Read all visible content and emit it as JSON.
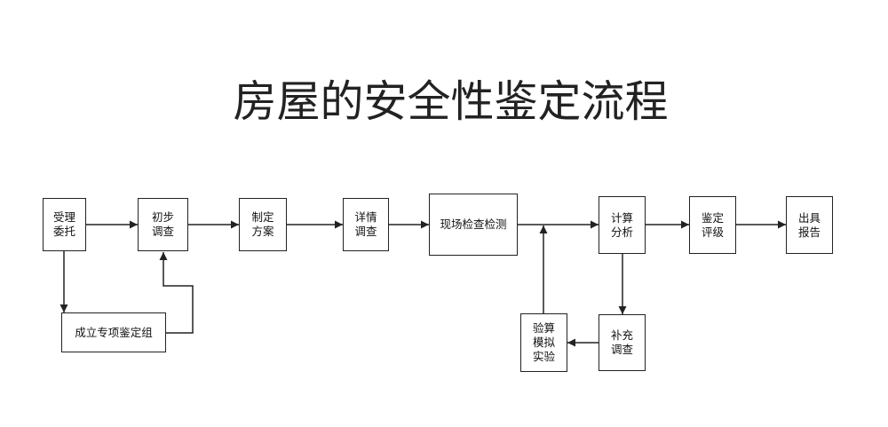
{
  "title": "房屋的安全性鉴定流程",
  "nodes": {
    "shouli": "受理委托",
    "chubu": "初步调查",
    "zhiding": "制定方案",
    "xiangqing": "详情调查",
    "xianchang": "现场检查检测",
    "jisuan": "计算分析",
    "jianding": "鉴定评级",
    "chuju": "出具报告",
    "chengli": "成立专项鉴定组",
    "yansuan": "验算模拟实验",
    "buchong": "补充调查"
  }
}
